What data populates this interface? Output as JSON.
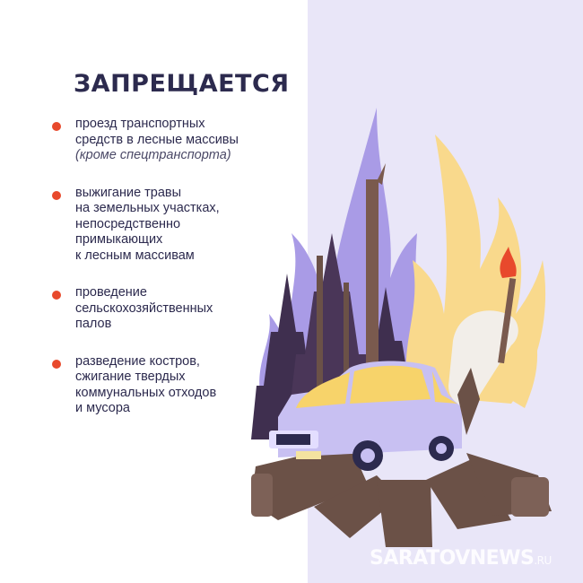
{
  "title": "ЗАПРЕЩАЕТСЯ",
  "rules": [
    {
      "lines": [
        "проезд транспортных",
        "средств в лесные массивы"
      ],
      "note": "(кроме спецтранспорта)"
    },
    {
      "lines": [
        "выжигание травы",
        "на земельных участках,",
        "непосредственно",
        "примыкающих",
        "к лесным массивам"
      ]
    },
    {
      "lines": [
        "проведение",
        "сельскохозяйственных",
        "палов"
      ]
    },
    {
      "lines": [
        "разведение костров,",
        "сжигание твердых",
        "коммунальных отходов",
        "и мусора"
      ]
    }
  ],
  "watermark": {
    "main": "SARATOVNEWS",
    "suffix": ".RU"
  },
  "colors": {
    "accent": "#e8492c",
    "text": "#2c2a4e",
    "panel": "#e9e6f8",
    "flame_purple": "#a99be6",
    "flame_yellow": "#f9d98c",
    "wood": "#6b5147",
    "car": "#c8c0f2"
  },
  "icons": [
    "bullet-dot-icon",
    "forest-fire-illustration",
    "car-illustration",
    "match-hand-illustration"
  ]
}
